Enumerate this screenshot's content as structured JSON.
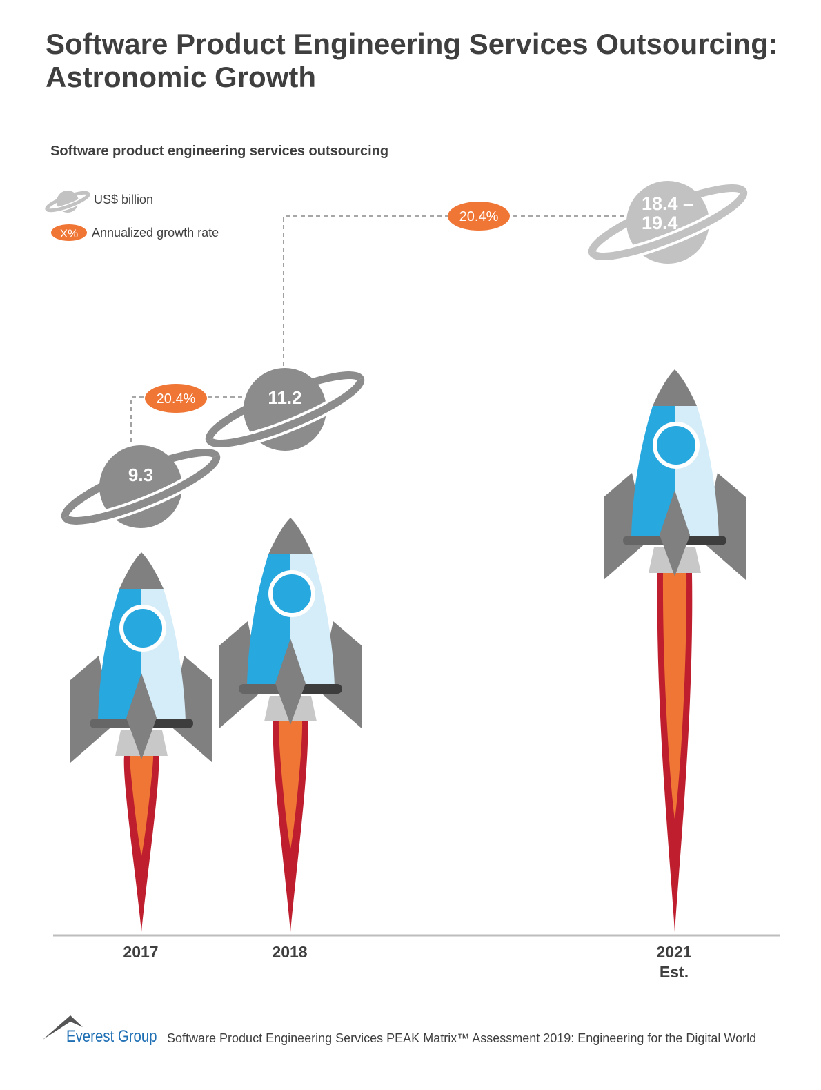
{
  "title": "Software Product Engineering Services Outsourcing: Astronomic Growth",
  "subtitle": "Software product engineering services outsourcing",
  "legend": {
    "planet_label": "US$ billion",
    "pill_text": "X%",
    "pill_label": "Annualized growth rate"
  },
  "colors": {
    "planet_actual": "#8c8c8c",
    "planet_estimate": "#c2c2c2",
    "growth_pill": "#f07636",
    "rocket_blue": "#27a8df",
    "rocket_light_blue": "#d5ecf9",
    "flame_red": "#be1e2d",
    "flame_orange": "#f07636"
  },
  "chart_data": {
    "type": "infographic",
    "categories": [
      "2017",
      "2018",
      "2021"
    ],
    "category_sublabels": [
      "",
      "",
      "Est."
    ],
    "values": [
      "9.3",
      "11.2",
      "18.4 – 19.4"
    ],
    "unit": "US$ billion",
    "growth_rates": [
      {
        "from": "2017",
        "to": "2018",
        "label": "20.4%"
      },
      {
        "from": "2018",
        "to": "2021",
        "label": "20.4%"
      }
    ]
  },
  "footer": {
    "brand": "Everest Group",
    "text": "Software Product Engineering Services PEAK Matrix™ Assessment 2019: Engineering for the Digital World"
  }
}
